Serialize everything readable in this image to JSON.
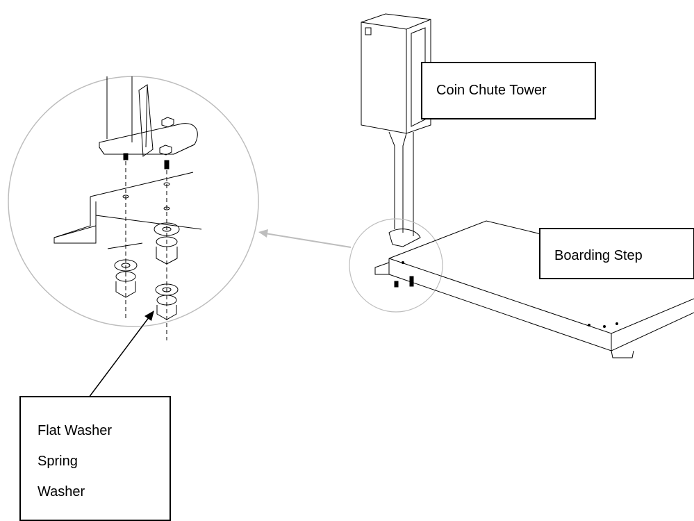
{
  "labels": {
    "coin_chute_tower": "Coin Chute Tower",
    "boarding_step": "Boarding Step",
    "hardware": [
      "Flat Washer",
      "Spring",
      "Washer"
    ]
  },
  "colors": {
    "line": "#000000",
    "callout_circle": "#bdbdbd",
    "arrow": "#bdbdbd",
    "background": "#ffffff"
  }
}
